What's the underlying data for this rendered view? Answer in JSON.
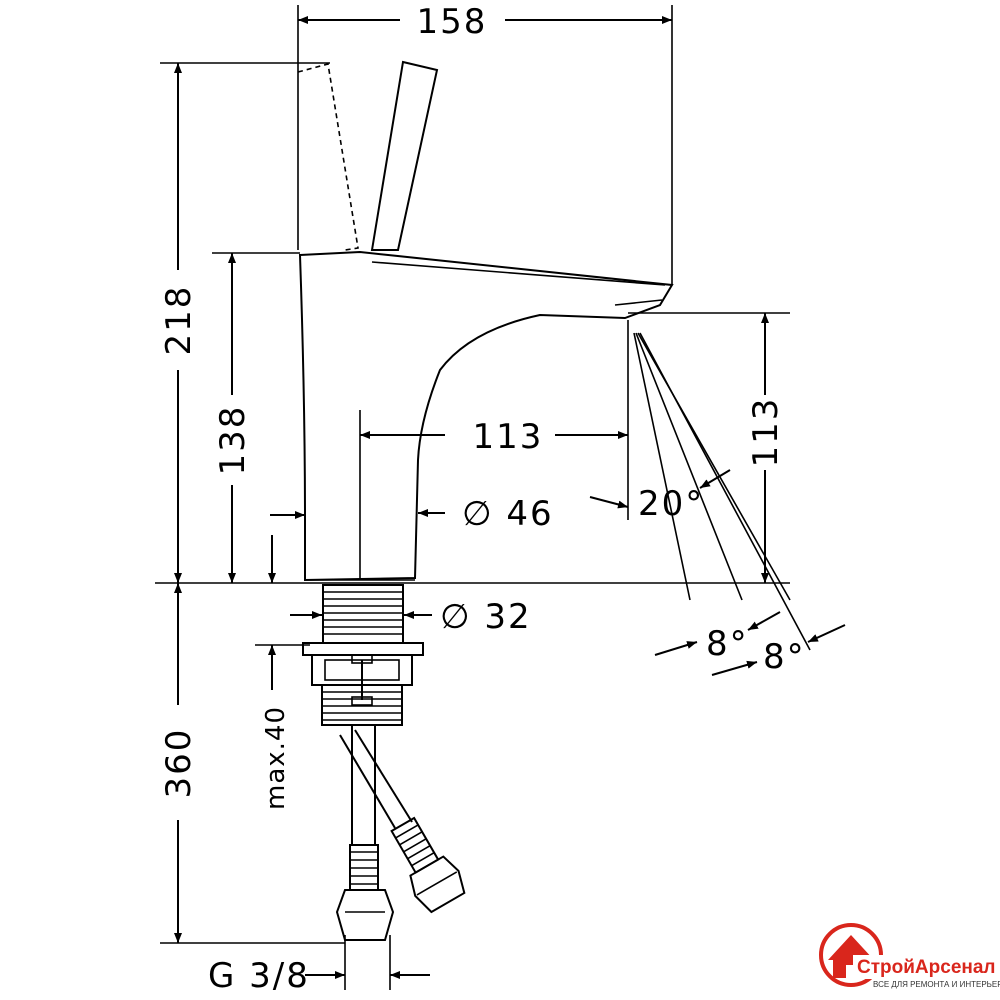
{
  "dimensions": {
    "total_width": "158",
    "total_height": "218",
    "spout_height": "138",
    "spout_reach": "113",
    "outlet_height": "113",
    "body_diameter": "∅ 46",
    "shank_diameter": "∅ 32",
    "spray_angle": "20°",
    "swivel_angle_1": "8°",
    "swivel_angle_2": "8°",
    "hose_length": "360",
    "max_thickness": "max.40",
    "connection_thread": "G 3/8"
  },
  "logo": {
    "brand": "СтройАрсенал",
    "tagline": "ВСЕ ДЛЯ РЕМОНТА И ИНТЕРЬЕРА",
    "brand_color": "#d9261c"
  }
}
